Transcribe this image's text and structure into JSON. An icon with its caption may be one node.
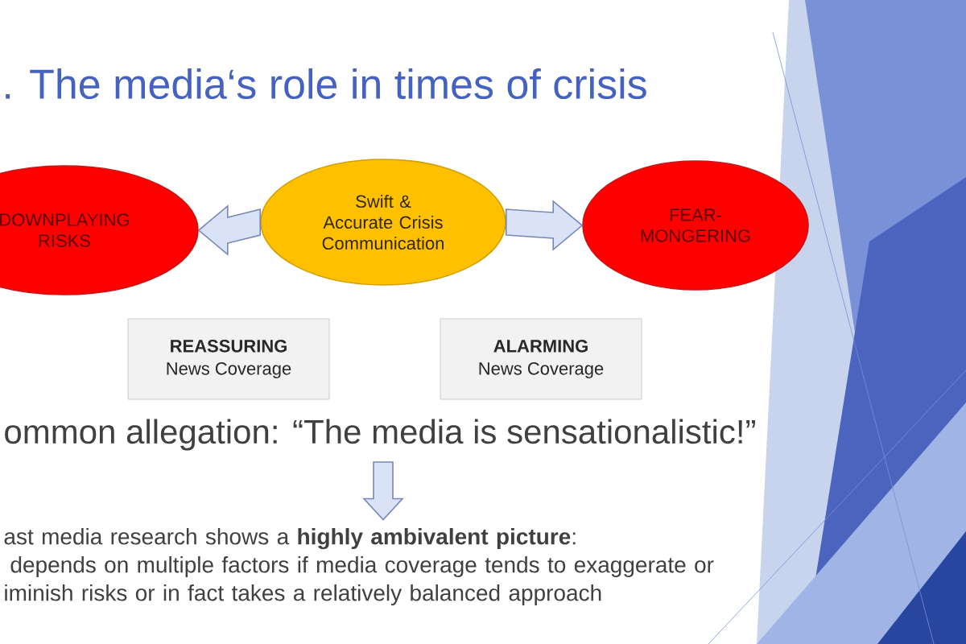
{
  "diagram": {
    "title": ". The media‘s role in times of crisis",
    "nodes": [
      {
        "text": [
          "DOWNPLAYING RISKS"
        ]
      },
      {
        "text": [
          "Swift & Accurate Crisis Communication"
        ]
      },
      {
        "text": [
          "FEAR-MONGERING"
        ]
      },
      {
        "text": [
          "REASSURING",
          "News Coverage"
        ]
      },
      {
        "text": [
          "ALARMING",
          "News Coverage"
        ]
      },
      {
        "text": [
          "ommon allegation: “The media is sensationalistic!”"
        ]
      },
      {
        "text": [
          "ast media research shows a **highly ambivalent picture**:",
          "depends on multiple factors if media coverage tends to exaggerate or iminish risks or in fact takes a relatively balanced approach"
        ]
      }
    ],
    "edges": [
      {
        "from": 1,
        "to": 0,
        "arrow": "to"
      },
      {
        "from": 1,
        "to": 2,
        "arrow": "to"
      },
      {
        "from": 5,
        "to": 6,
        "arrow": "to"
      }
    ]
  }
}
